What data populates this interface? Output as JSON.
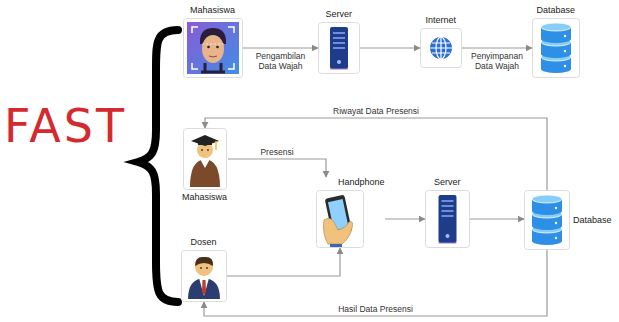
{
  "diagram": {
    "nodes": [
      {
        "text": [
          "Mahasiswa"
        ]
      },
      {
        "text": [
          "Server"
        ]
      },
      {
        "text": [
          "Internet"
        ]
      },
      {
        "text": [
          "Database"
        ]
      },
      {
        "text": [
          "Mahasiswa"
        ]
      },
      {
        "text": [
          "Dosen"
        ]
      },
      {
        "text": [
          "Handphone"
        ]
      },
      {
        "text": [
          "Server"
        ]
      },
      {
        "text": [
          "Database"
        ]
      }
    ],
    "edges": [
      {
        "from": 0,
        "to": 1,
        "label": "Pengambilan Data Wajah",
        "arrow": "to"
      },
      {
        "from": 1,
        "to": 2,
        "arrow": "to"
      },
      {
        "from": 2,
        "to": 3,
        "label": "Penyimpanan Data Wajah",
        "arrow": "to"
      },
      {
        "from": 4,
        "to": 6,
        "label": "Presensi",
        "arrow": "to"
      },
      {
        "from": 5,
        "to": 6,
        "arrow": "to"
      },
      {
        "from": 6,
        "to": 7,
        "arrow": "to"
      },
      {
        "from": 7,
        "to": 8,
        "arrow": "to"
      },
      {
        "from": 8,
        "to": 4,
        "label": "Riwayat Data Presensi",
        "arrow": "to"
      },
      {
        "from": 8,
        "to": 5,
        "label": "Hasil Data Presensi",
        "arrow": "to"
      }
    ],
    "labels": [
      "FAST"
    ]
  }
}
